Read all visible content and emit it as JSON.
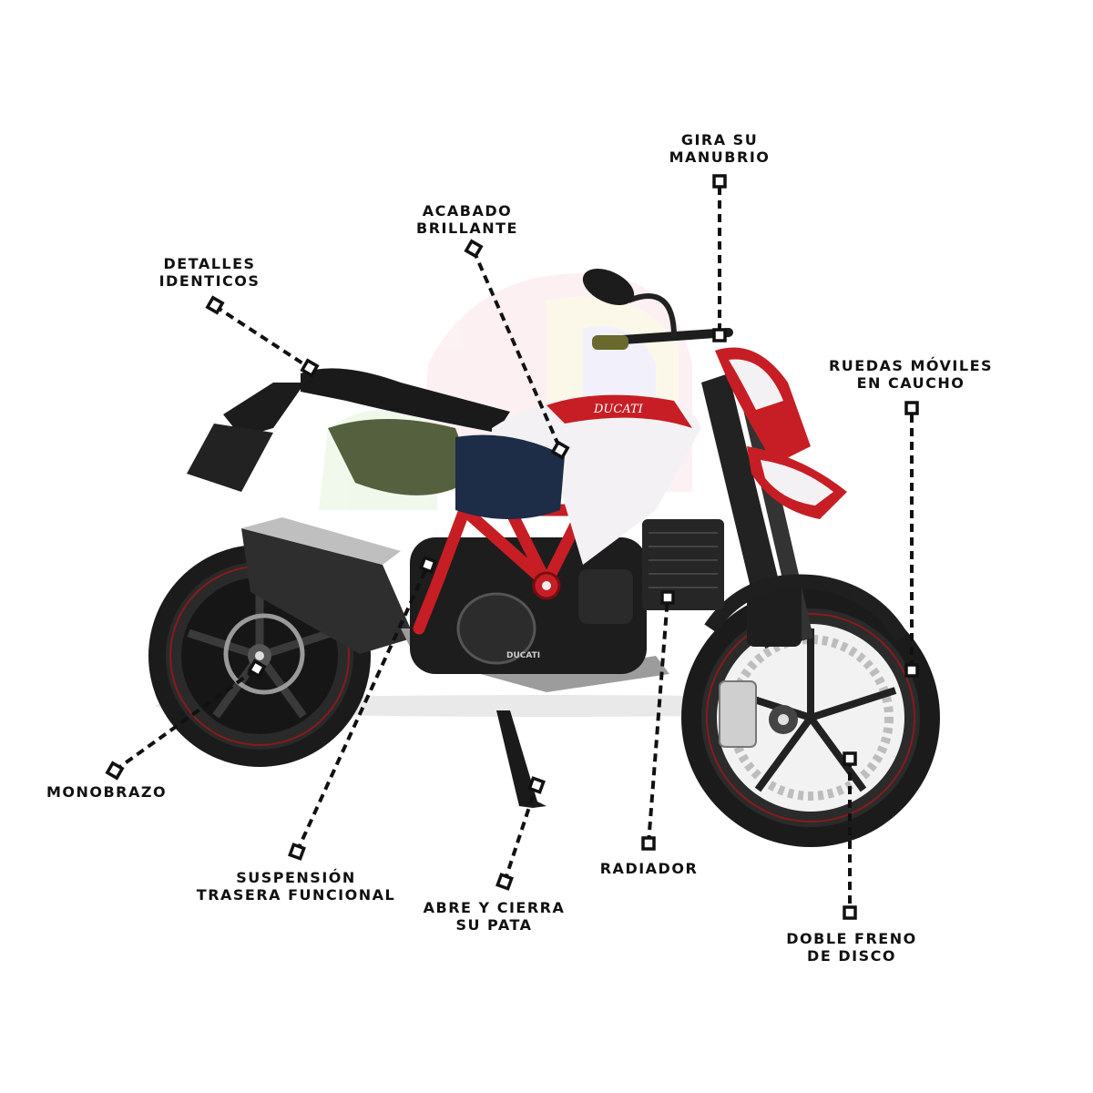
{
  "colors": {
    "frame": "#c61e24",
    "body_white": "#f3f1f4",
    "body_navy": "#1d2c47",
    "tire": "#1b1b1b",
    "callout_line": "#111111"
  },
  "callouts": {
    "gira": {
      "line1": "GIRA SU",
      "line2": "MANUBRIO"
    },
    "acabado": {
      "line1": "ACABADO",
      "line2": "BRILLANTE"
    },
    "detalles": {
      "line1": "DETALLES",
      "line2": "IDENTICOS"
    },
    "ruedas": {
      "line1": "RUEDAS MÓVILES",
      "line2": "EN CAUCHO"
    },
    "monobrazo": {
      "line1": "MONOBRAZO"
    },
    "suspension": {
      "line1": "SUSPENSIÓN",
      "line2": "TRASERA FUNCIONAL"
    },
    "abre": {
      "line1": "ABRE Y CIERRA",
      "line2": "SU PATA"
    },
    "radiador": {
      "line1": "RADIADOR"
    },
    "doble": {
      "line1": "DOBLE FRENO",
      "line2": "DE DISCO"
    }
  },
  "decals": {
    "tank_brand": "DUCATI",
    "engine_brand": "DUCATI"
  }
}
